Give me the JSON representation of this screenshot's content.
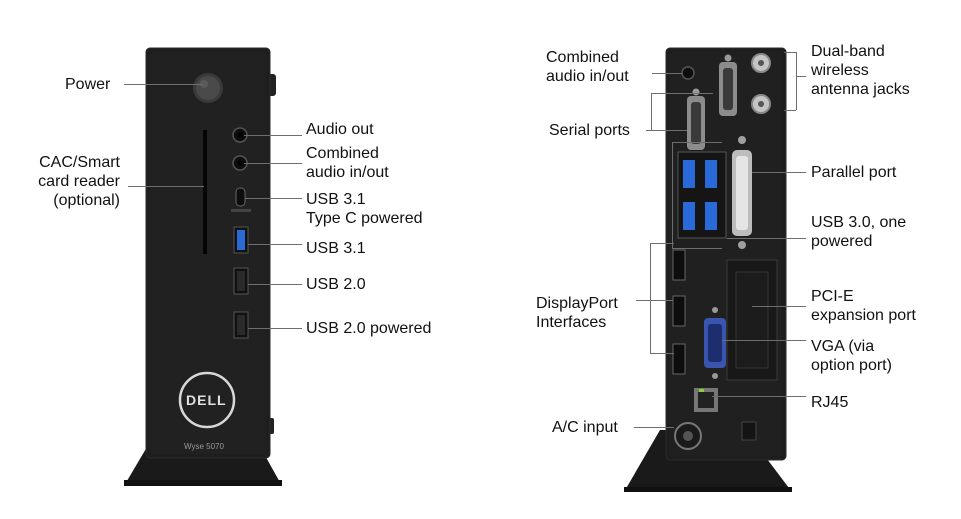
{
  "front": {
    "brand": "DELL",
    "model": "Wyse 5070",
    "labels": {
      "power": "Power",
      "cac": "CAC/Smart\ncard reader\n(optional)",
      "audio_out": "Audio out",
      "combined_audio": "Combined\naudio in/out",
      "usb31c": "USB 3.1\nType C powered",
      "usb31": "USB 3.1",
      "usb20": "USB 2.0",
      "usb20p": "USB 2.0 powered"
    }
  },
  "rear": {
    "labels": {
      "combined_audio": "Combined\naudio in/out",
      "serial": "Serial ports",
      "antenna": "Dual-band\nwireless\nantenna jacks",
      "parallel": "Parallel port",
      "usb30": "USB 3.0, one\npowered",
      "displayport": "DisplayPort\nInterfaces",
      "pcie": "PCI-E\nexpansion port",
      "vga": "VGA (via\noption port)",
      "rj45": "RJ45",
      "ac": "A/C input"
    }
  },
  "colors": {
    "chassis": "#1e1e1e",
    "chassis_edge": "#2c2c2c",
    "usb_blue": "#2a6ad8",
    "vga_blue": "#3a55b0",
    "leader": "#6e6e6e"
  }
}
